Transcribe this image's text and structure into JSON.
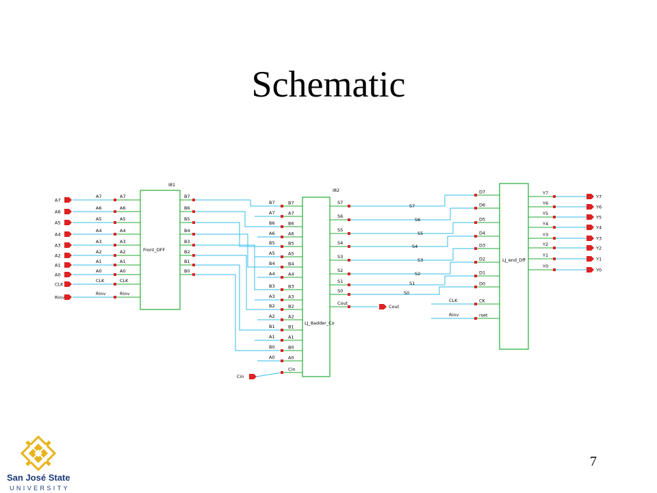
{
  "slide": {
    "title": "Schematic",
    "page_number": "7"
  },
  "logo": {
    "line1": "San José State",
    "line2": "UNIVERSITY"
  },
  "colors": {
    "wire": "#33bbe8",
    "box": "#22aa33",
    "pin": "#dd2222",
    "label": "#000000"
  },
  "schematic": {
    "blocks": [
      {
        "id": "front",
        "instance": "I81",
        "name": "Front_DFF",
        "left_pins": [
          "A7",
          "A6",
          "A5",
          "A4",
          "A3",
          "A2",
          "A1",
          "A0",
          "CLK",
          "Rinv"
        ],
        "right_pins": [
          "B7",
          "B6",
          "B5",
          "B4",
          "B3",
          "B2",
          "B1",
          "B0"
        ]
      },
      {
        "id": "adder",
        "instance": "I82",
        "name": "LJ_8adder_Co",
        "left_pins": [
          "B7",
          "A7",
          "B6",
          "A6",
          "B5",
          "A5",
          "B4",
          "A4",
          "B3",
          "A3",
          "B2",
          "A2",
          "B1",
          "A1",
          "B0",
          "A0",
          "Cin"
        ],
        "right_pins": [
          "S7",
          "S6",
          "S5",
          "S4",
          "S3",
          "S2",
          "S1",
          "S0",
          "Cout"
        ]
      },
      {
        "id": "end",
        "instance": "",
        "name": "LJ_end_Dff",
        "left_pins": [
          "D7",
          "D6",
          "D5",
          "D4",
          "D3",
          "D2",
          "D1",
          "D0",
          "CK",
          "rset"
        ],
        "right_pins": [
          "Y7",
          "Y6",
          "Y5",
          "Y4",
          "Y3",
          "Y2",
          "Y1",
          "Y0"
        ]
      }
    ],
    "inputs": [
      "A7",
      "A6",
      "A5",
      "A4",
      "A3",
      "A2",
      "A1",
      "A0",
      "CLK",
      "Rinv"
    ],
    "outputs": [
      "Y7",
      "Y6",
      "Y5",
      "Y4",
      "Y3",
      "Y2",
      "Y1",
      "Y0"
    ],
    "front_wire_labels": [
      "A7",
      "A6",
      "A5",
      "A4",
      "A3",
      "A2",
      "A1",
      "A0",
      "CLK",
      "Rinv"
    ],
    "adder_wire_labels": [
      "B7",
      "A7",
      "B6",
      "A6",
      "B5",
      "A5",
      "B4",
      "A4",
      "B3",
      "A3",
      "B2",
      "A2",
      "B1",
      "A1",
      "B0",
      "A0"
    ],
    "sum_wire_labels": [
      "S7",
      "S6",
      "S5",
      "S4",
      "S3",
      "S2",
      "S1",
      "S0"
    ],
    "end_wire_labels": [
      "CLK",
      "Rinv"
    ],
    "cout_port": "Cout",
    "cin_port": "Cin"
  }
}
